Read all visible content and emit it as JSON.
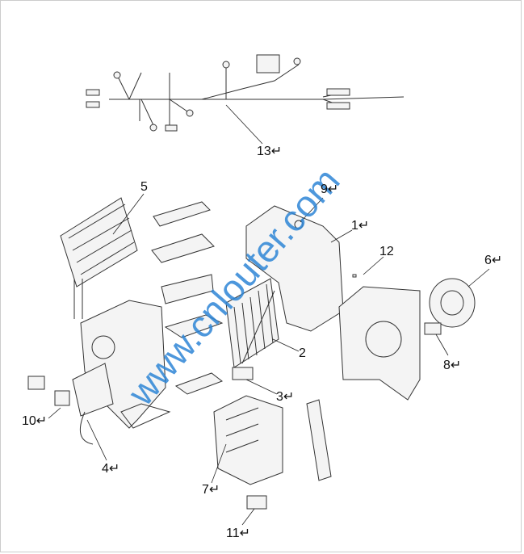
{
  "diagram": {
    "callouts": [
      {
        "id": "13",
        "text": "13↵"
      },
      {
        "id": "5",
        "text": "5"
      },
      {
        "id": "9",
        "text": "9↵"
      },
      {
        "id": "1",
        "text": "1↵"
      },
      {
        "id": "12",
        "text": "12"
      },
      {
        "id": "6",
        "text": "6↵"
      },
      {
        "id": "2",
        "text": "2"
      },
      {
        "id": "8",
        "text": "8↵"
      },
      {
        "id": "3",
        "text": "3↵"
      },
      {
        "id": "10",
        "text": "10↵"
      },
      {
        "id": "4",
        "text": "4↵"
      },
      {
        "id": "7",
        "text": "7↵"
      },
      {
        "id": "11",
        "text": "11↵"
      }
    ],
    "watermark": "www.cnlouter.com",
    "colors": {
      "watermark": "#2e86d6",
      "line": "#333333"
    }
  }
}
